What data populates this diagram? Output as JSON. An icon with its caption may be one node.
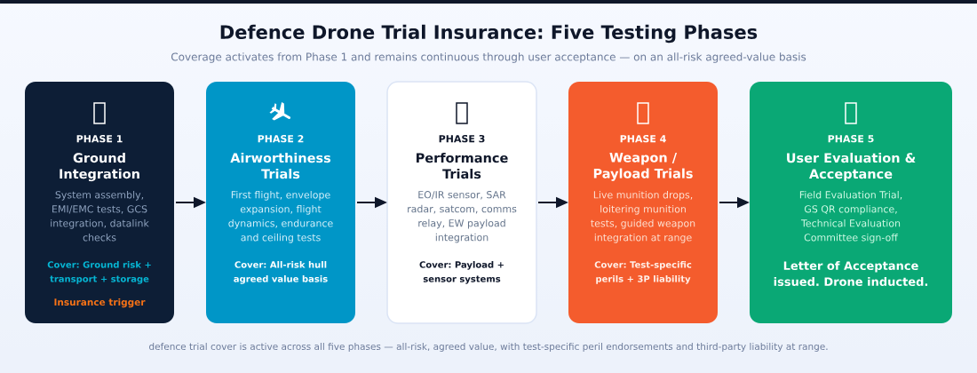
{
  "diagram": {
    "title": "Defence Drone Trial Insurance: Five Testing Phases",
    "caption": "defence trial cover is active across all five phases — all-risk, agreed value, with test-specific peril endorsements and third-party liability at range.",
    "labels": [
      "Coverage activates from Phase 1 and remains continuous through user acceptance — on an all-risk agreed-value basis"
    ],
    "nodes": [
      {
        "text": [
          "PHASE 1",
          "Ground Integration",
          "System assembly, EMI/EMC tests, GCS integration, datalink checks",
          "Cover: Ground risk + transport + storage",
          "Insurance trigger"
        ]
      },
      {
        "text": [
          "PHASE 2",
          "Airworthiness Trials",
          "First flight, envelope expansion, flight dynamics, endurance and ceiling tests",
          "Cover: All-risk hull agreed value basis"
        ]
      },
      {
        "text": [
          "PHASE 3",
          "Performance Trials",
          "EO/IR sensor, SAR radar, satcom, comms relay, EW payload integration",
          "Cover: Payload + sensor systems"
        ]
      },
      {
        "text": [
          "PHASE 4",
          "Weapon / Payload Trials",
          "Live munition drops, loitering munition tests, guided weapon integration at range",
          "Cover: Test-specific perils + 3P liability"
        ]
      },
      {
        "text": [
          "PHASE 5",
          "User Evaluation & Acceptance",
          "Field Evaluation Trial, GS QR compliance, Technical Evaluation Committee sign-off",
          "Letter of Acceptance issued. Drone inducted."
        ]
      }
    ],
    "edges": [
      {
        "from": 0,
        "to": 1,
        "arrow": "to"
      },
      {
        "from": 1,
        "to": 2,
        "arrow": "to"
      },
      {
        "from": 2,
        "to": 3,
        "arrow": "to"
      },
      {
        "from": 3,
        "to": 4,
        "arrow": "to"
      }
    ]
  }
}
